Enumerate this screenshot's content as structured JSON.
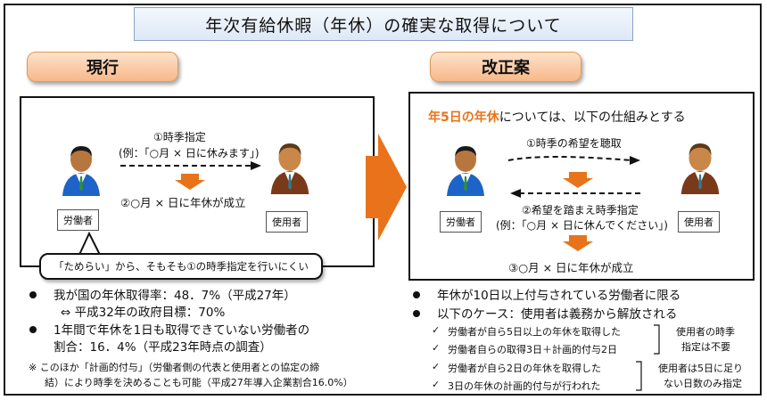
{
  "title": "年次有給休暇（年休）の確実な取得について",
  "left": {
    "heading": "現行",
    "step1": "①時季指定",
    "step1_example": "(例：「○月 × 日に休みます」)",
    "step2": "②○月 × 日に年休が成立",
    "worker": "労働者",
    "employer": "使用者",
    "bubble": "「ためらい」から、そもそも①の時季指定を行いにくい",
    "bullets": [
      {
        "line1": "我が国の年休取得率：48．7%（平成27年）",
        "line2": "⇔ 平成32年の政府目標：70%"
      },
      {
        "line1": "1年間で年休を1日も取得できていない労働者の",
        "line2": "割合：16．4%（平成23年時点の調査）"
      }
    ],
    "note_line1": "※ このほか「計画的付与」（労働者側の代表と使用者との協定の締",
    "note_line2": "結）により時季を決めることも可能（平成27年導入企業割合16.0%）"
  },
  "right": {
    "heading": "改正案",
    "intro_highlight": "年5日の年休",
    "intro_rest": "については、以下の仕組みとする",
    "step1": "①時季の希望を聴取",
    "step2": "②希望を踏まえ時季指定",
    "step2_example": "(例：「○月 × 日に休んでください」)",
    "step3": "③○月 × 日に年休が成立",
    "worker": "労働者",
    "employer": "使用者",
    "bullet1": "年休が10日以上付与されている労働者に限る",
    "bullet2": "以下のケース：使用者は義務から解放される",
    "checks": [
      "労働者が自ら5日以上の年休を取得した",
      "労働者自らの取得3日＋計画的付与2日",
      "労働者が自ら2日の年休を取得した",
      "3日の年休の計画的付与が行われた"
    ],
    "check_mark": "✓",
    "result1_line1": "使用者の時季",
    "result1_line2": "指定は不要",
    "result2_line1": "使用者は5日に足り",
    "result2_line2": "ない日数のみ指定"
  },
  "colors": {
    "accent_orange": "#e8731a",
    "worker_suit": "#1e63c7",
    "employer_suit": "#7a3a1a"
  }
}
